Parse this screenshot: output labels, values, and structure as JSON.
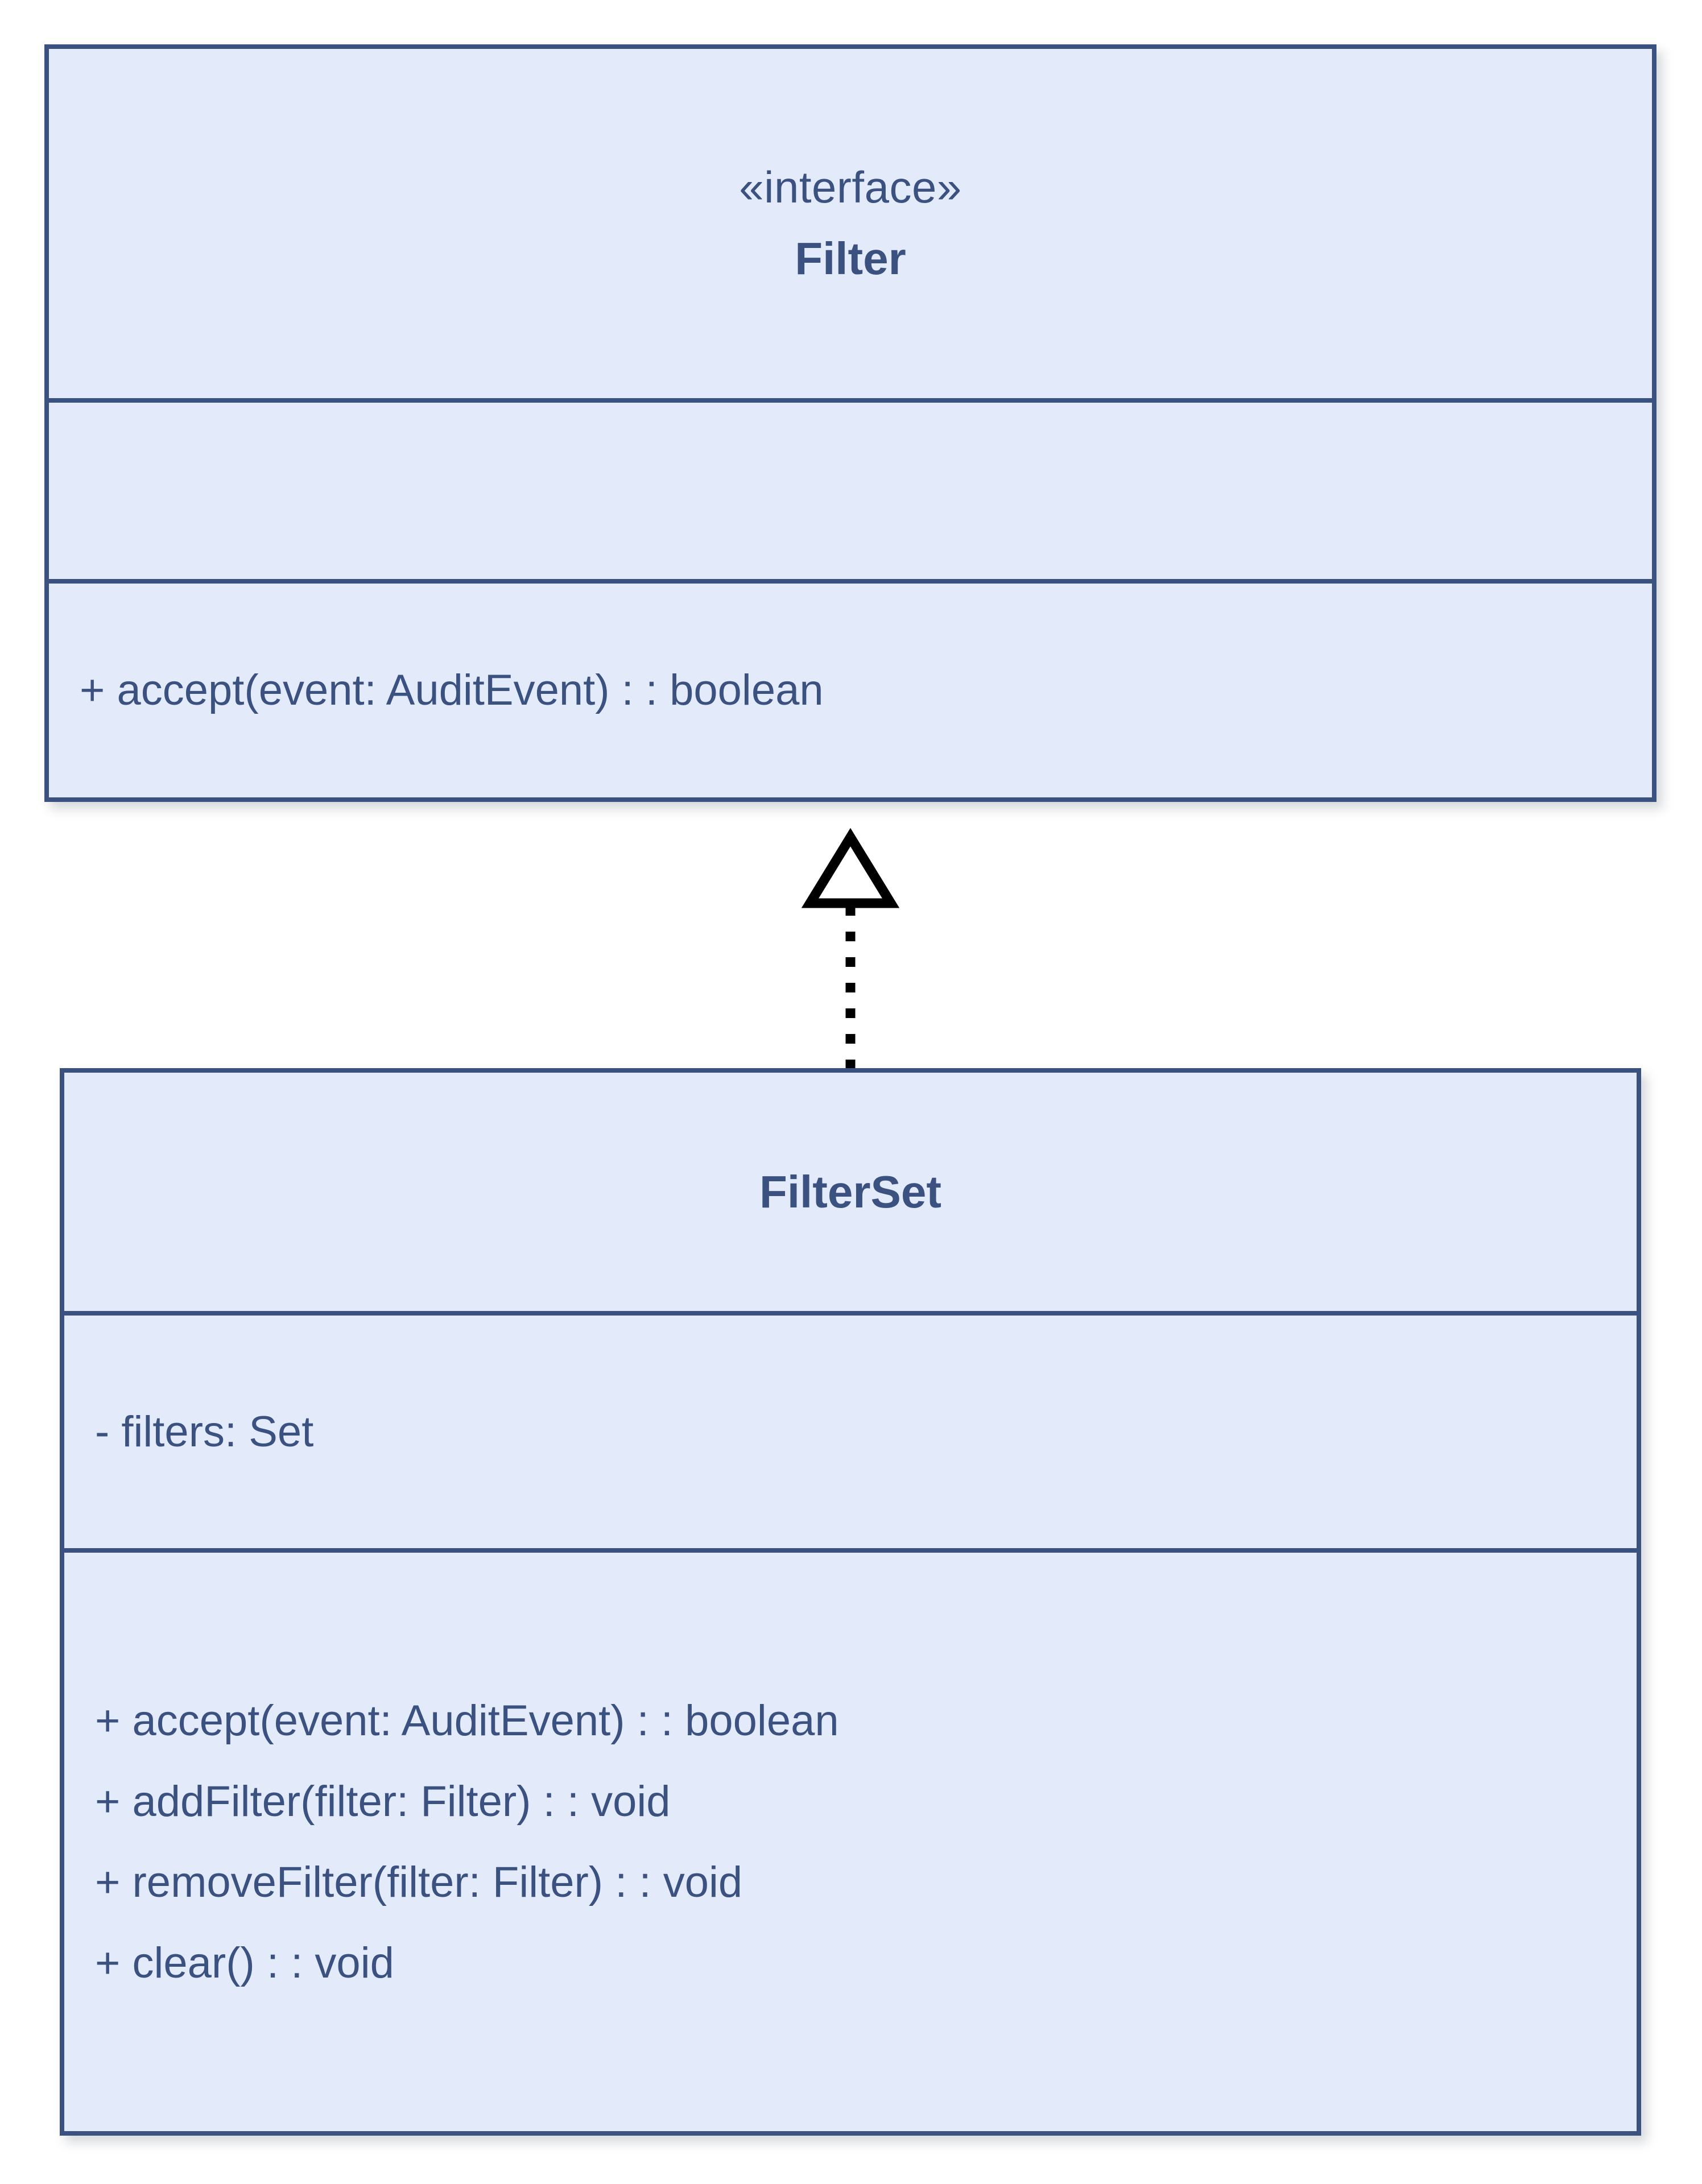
{
  "diagram": {
    "type": "uml-class-diagram",
    "background_color": "#ffffff",
    "accent_color": "#3b5280",
    "fill_color": "#e3eafa",
    "connector_color": "#000000"
  },
  "classes": [
    {
      "id": "filter",
      "stereotype": "«interface»",
      "name": "Filter",
      "attributes": [],
      "methods": [
        "+ accept(event: AuditEvent) : : boolean"
      ]
    },
    {
      "id": "filterset",
      "stereotype": "",
      "name": "FilterSet",
      "attributes": [
        "- filters: Set"
      ],
      "methods": [
        "+ accept(event: AuditEvent) : : boolean",
        "+ addFilter(filter: Filter) : : void",
        "+ removeFilter(filter: Filter) : : void",
        "+ clear() : : void"
      ]
    }
  ],
  "relationships": [
    {
      "id": "filterset-realizes-filter",
      "kind": "realization",
      "source": "FilterSet",
      "target": "Filter",
      "line_style": "dotted",
      "arrow_head": "hollow-triangle"
    }
  ]
}
